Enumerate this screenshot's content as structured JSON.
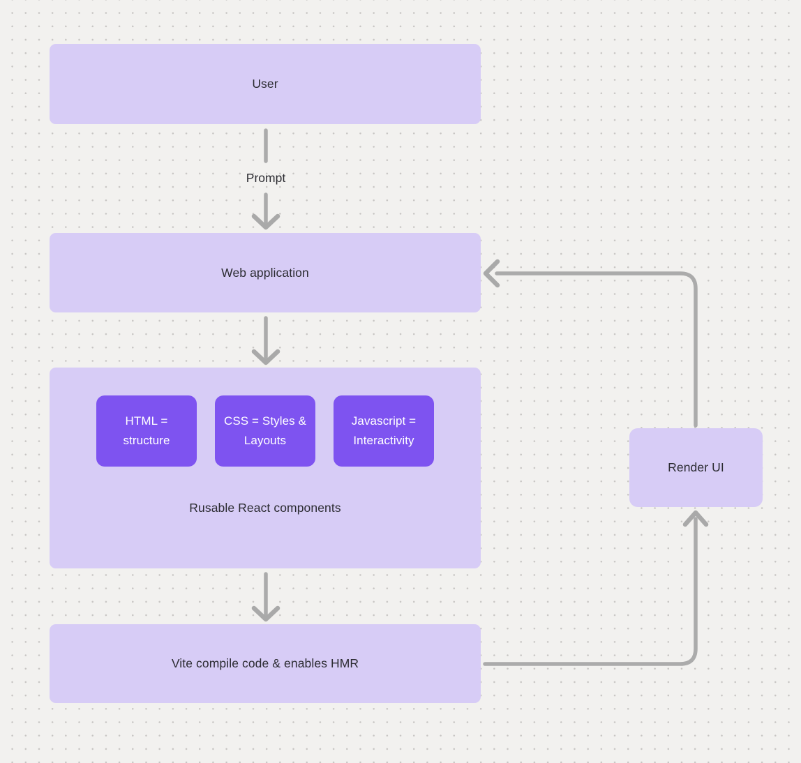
{
  "diagram": {
    "nodes": {
      "user": {
        "label": "User"
      },
      "web_application": {
        "label": "Web application"
      },
      "components_group": {
        "caption": "Rusable React components",
        "children": [
          {
            "label": "HTML = structure"
          },
          {
            "label": "CSS = Styles & Layouts"
          },
          {
            "label": "Javascript = Interactivity"
          }
        ]
      },
      "vite": {
        "label": "Vite compile code & enables HMR"
      },
      "render_ui": {
        "label": "Render UI"
      }
    },
    "edges": {
      "user_to_webapp_label": "Prompt"
    },
    "colors": {
      "background": "#f2f1ef",
      "dot_grid": "#c7c5c3",
      "node_fill": "#d7ccf6",
      "accent_chip_fill": "#7e53f0",
      "connector": "#ababab",
      "text_dark": "#2b2b31",
      "text_light": "#ffffff"
    }
  }
}
